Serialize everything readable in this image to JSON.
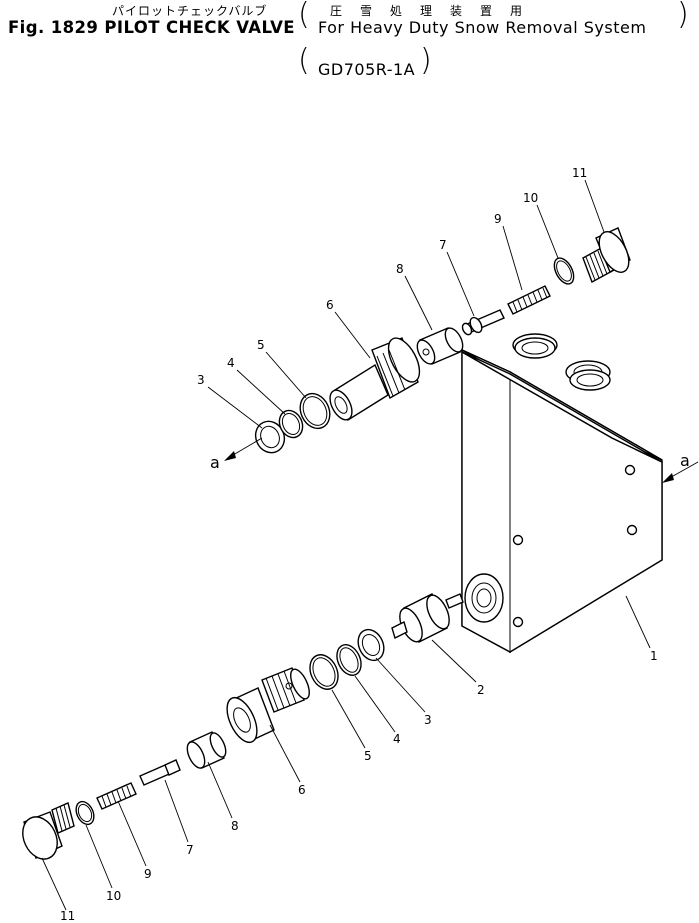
{
  "header": {
    "japanese_title": "パイロットチェックバルブ",
    "japanese_subtitle": "圧雪処理装置用",
    "figure_title": "Fig. 1829 PILOT CHECK VALVE",
    "description": "For Heavy Duty Snow Removal System",
    "model": "GD705R-1A"
  },
  "callouts": {
    "c1": "1",
    "c2": "2",
    "c3_top": "3",
    "c4_top": "4",
    "c5_top": "5",
    "c6_top": "6",
    "c7_top": "7",
    "c8_top": "8",
    "c9_top": "9",
    "c10_top": "10",
    "c11_top": "11",
    "c3_bot": "3",
    "c4_bot": "4",
    "c5_bot": "5",
    "c6_bot": "6",
    "c7_bot": "7",
    "c8_bot": "8",
    "c9_bot": "9",
    "c10_bot": "10",
    "c11_bot": "11"
  },
  "arrows": {
    "left_label": "a",
    "right_label": "a"
  }
}
